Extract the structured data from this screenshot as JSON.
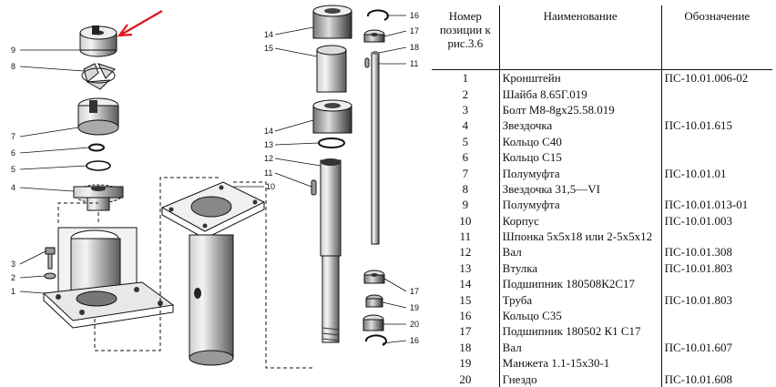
{
  "header": {
    "col_number": [
      "Номер",
      "позиции к",
      "рис.3.6"
    ],
    "col_name": "Наименование",
    "col_designation": "Обозначение"
  },
  "rows": [
    {
      "num": "1",
      "name": "Кронштейн",
      "des": "ПС-10.01.006-02"
    },
    {
      "num": "2",
      "name": "Шайба 8.65Г.019",
      "des": ""
    },
    {
      "num": "3",
      "name": "Болт М8-8gх25.58.019",
      "des": ""
    },
    {
      "num": "4",
      "name": "Звездочка",
      "des": "ПС-10.01.615"
    },
    {
      "num": "5",
      "name": "Кольцо С40",
      "des": ""
    },
    {
      "num": "6",
      "name": "Кольцо С15",
      "des": ""
    },
    {
      "num": "7",
      "name": "Полумуфта",
      "des": "ПС-10.01.01"
    },
    {
      "num": "8",
      "name": "Звездочка 31,5—VI",
      "des": ""
    },
    {
      "num": "9",
      "name": "Полумуфта",
      "des": "ПС-10.01.013-01"
    },
    {
      "num": "10",
      "name": "Корпус",
      "des": "ПС-10.01.003"
    },
    {
      "num": "11",
      "name": "Шпонка 5х5х18 или 2-5х5х12",
      "des": ""
    },
    {
      "num": "12",
      "name": "Вал",
      "des": "ПС-10.01.308"
    },
    {
      "num": "13",
      "name": "Втулка",
      "des": "ПС-10.01.803"
    },
    {
      "num": "14",
      "name": "Подшипник 180508К2С17",
      "des": ""
    },
    {
      "num": "15",
      "name": "Труба",
      "des": "ПС-10.01.803"
    },
    {
      "num": "16",
      "name": "Кольцо С35",
      "des": ""
    },
    {
      "num": "17",
      "name": "Подшипник 180502 К1 С17",
      "des": ""
    },
    {
      "num": "18",
      "name": "Вал",
      "des": "ПС-10.01.607"
    },
    {
      "num": "19",
      "name": "Манжета 1.1-15х30-1",
      "des": ""
    },
    {
      "num": "20",
      "name": "Гнездо",
      "des": "ПС-10.01.608"
    }
  ],
  "callouts_left": [
    "9",
    "8",
    "7",
    "6",
    "5",
    "4",
    "3",
    "2",
    "1"
  ],
  "callouts_mid": [
    "14",
    "15",
    "14",
    "13",
    "12",
    "11",
    "10"
  ],
  "callouts_right": [
    "16",
    "17",
    "18",
    "11",
    "17",
    "19",
    "20",
    "16"
  ],
  "colors": {
    "arrow": "#e0141a",
    "ink": "#111111"
  }
}
